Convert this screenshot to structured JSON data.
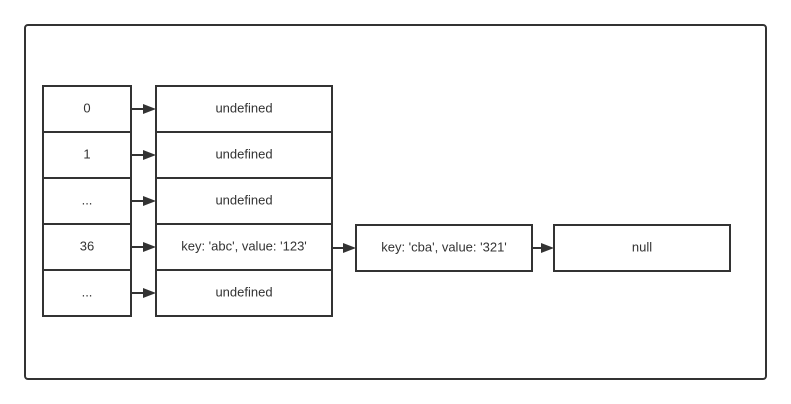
{
  "buckets": [
    {
      "index": "0",
      "value": "undefined"
    },
    {
      "index": "1",
      "value": "undefined"
    },
    {
      "index": "...",
      "value": "undefined"
    },
    {
      "index": "36",
      "value": "key: 'abc', value: '123'"
    },
    {
      "index": "...",
      "value": "undefined"
    }
  ],
  "chain": [
    "key: 'cba', value: '321'",
    "null"
  ],
  "colors": {
    "stroke": "#333333",
    "background": "#ffffff"
  }
}
